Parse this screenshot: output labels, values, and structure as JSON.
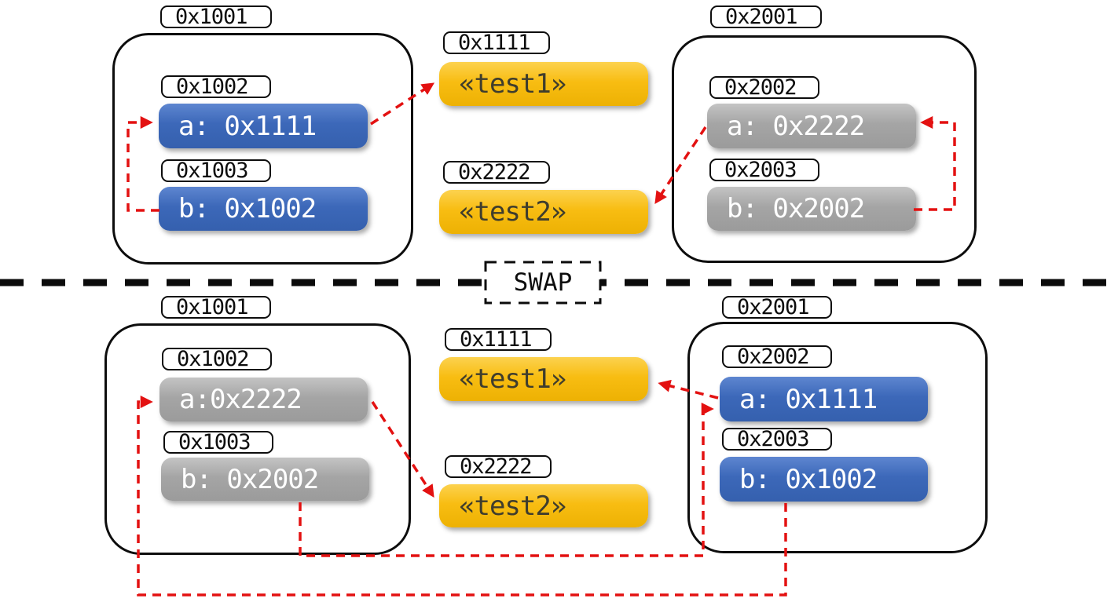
{
  "divider": {
    "label": "SWAP"
  },
  "colors": {
    "pointer_blue": "#3c68b9",
    "pointer_gray": "#a5a5a5",
    "string_yellow": "#f8bd12",
    "arrow_red": "#e31111",
    "outline_black": "#0d0d0d"
  },
  "before": {
    "frame1": {
      "address": "0x1001",
      "slot_a": {
        "address": "0x1002",
        "value": "a: 0x1111"
      },
      "slot_b": {
        "address": "0x1003",
        "value": "b: 0x1002"
      }
    },
    "string1": {
      "address": "0x1111",
      "value": "«test1»"
    },
    "string2": {
      "address": "0x2222",
      "value": "«test2»"
    },
    "frame2": {
      "address": "0x2001",
      "slot_a": {
        "address": "0x2002",
        "value": "a: 0x2222"
      },
      "slot_b": {
        "address": "0x2003",
        "value": "b: 0x2002"
      }
    },
    "pointers": [
      {
        "from": "b @0x1003",
        "to": "a @0x1002"
      },
      {
        "from": "a @0x1002",
        "to": "string @0x1111"
      },
      {
        "from": "a @0x2002",
        "to": "string @0x2222"
      },
      {
        "from": "b @0x2003",
        "to": "a @0x2002"
      }
    ]
  },
  "after": {
    "frame1": {
      "address": "0x1001",
      "slot_a": {
        "address": "0x1002",
        "value": "a:0x2222"
      },
      "slot_b": {
        "address": "0x1003",
        "value": "b: 0x2002"
      }
    },
    "string1": {
      "address": "0x1111",
      "value": "«test1»"
    },
    "string2": {
      "address": "0x2222",
      "value": "«test2»"
    },
    "frame2": {
      "address": "0x2001",
      "slot_a": {
        "address": "0x2002",
        "value": "a: 0x1111"
      },
      "slot_b": {
        "address": "0x2003",
        "value": "b: 0x1002"
      }
    },
    "pointers": [
      {
        "from": "a @0x1002",
        "to": "string @0x2222"
      },
      {
        "from": "a @0x2002",
        "to": "string @0x1111"
      },
      {
        "from": "b @0x1003",
        "to": "a @0x2002"
      },
      {
        "from": "b @0x2003",
        "to": "a @0x1002"
      }
    ]
  }
}
